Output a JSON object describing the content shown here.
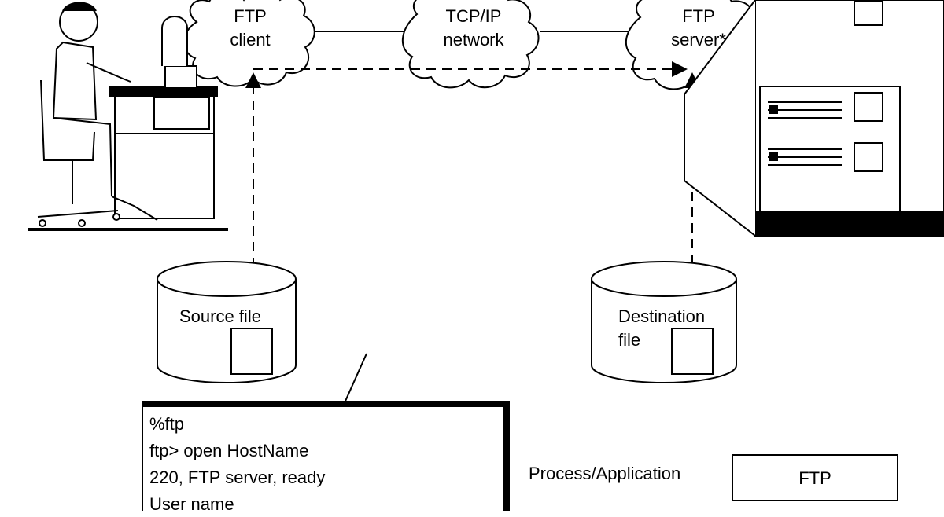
{
  "clouds": {
    "client": {
      "line1": "FTP",
      "line2": "client"
    },
    "network": {
      "line1": "TCP/IP",
      "line2": "network"
    },
    "server": {
      "line1": "FTP",
      "line2": "server*"
    }
  },
  "disks": {
    "source": {
      "label": "Source file"
    },
    "destination": {
      "line1": "Destination",
      "line2": "file"
    }
  },
  "terminal": {
    "lines": [
      "%ftp",
      "ftp> open HostName",
      "220, FTP server, ready",
      "User name"
    ]
  },
  "layers": [
    {
      "name": "Process/Application",
      "protocol": "FTP"
    }
  ]
}
